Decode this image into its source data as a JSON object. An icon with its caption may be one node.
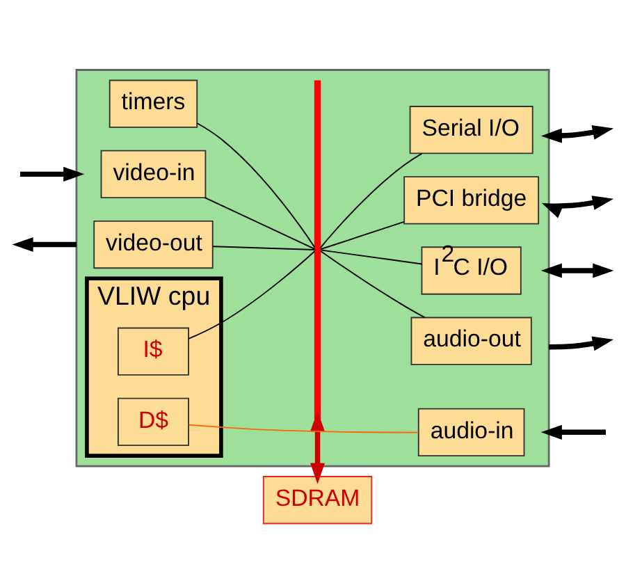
{
  "diagram": {
    "nodes": [
      {
        "text": [
          "SDRAM"
        ]
      },
      {
        "text": [],
        "shape": "box"
      },
      {
        "text": [],
        "shape": "bar",
        "in": 1
      },
      {
        "text": [
          "video-in"
        ],
        "in": 1
      },
      {
        "text": [
          "Serial I/O"
        ],
        "in": 1
      },
      {
        "text": [
          "video-out"
        ],
        "in": 1
      },
      {
        "text": [
          "PCI bridge"
        ],
        "in": 1
      },
      {
        "text": [
          "timers"
        ],
        "in": 1
      },
      {
        "text": [
          "I$^{2}$C I/O"
        ],
        "in": 1
      },
      {
        "text": [
          "VLIW cpu"
        ],
        "in": 1
      },
      {
        "text": [
          "I$"
        ],
        "in": 9
      },
      {
        "text": [
          "D$"
        ],
        "in": 9
      },
      {
        "text": [
          "audio-out"
        ],
        "in": 1
      },
      {
        "text": [
          "audio-in"
        ],
        "in": 1
      }
    ],
    "edges": [
      {
        "from": 0,
        "to": 2,
        "arrow": "both",
        "style": "thick",
        "color": "#cc0000"
      },
      {
        "from": 3,
        "to": 2,
        "arrow": "none"
      },
      {
        "from": 2,
        "to": 4,
        "arrow": "none"
      },
      {
        "from": 5,
        "to": 2,
        "arrow": "none"
      },
      {
        "from": 2,
        "to": 6,
        "arrow": "none"
      },
      {
        "from": 7,
        "to": 2,
        "arrow": "none"
      },
      {
        "from": 2,
        "to": 8,
        "arrow": "none"
      },
      {
        "from": 10,
        "to": 2,
        "arrow": "none"
      },
      {
        "from": 2,
        "to": 12,
        "arrow": "none"
      },
      {
        "from": 11,
        "to": 13,
        "arrow": "none",
        "color": "#ff6600"
      },
      {
        "from": 1,
        "to": null,
        "arrow": "to",
        "style": "thick"
      },
      {
        "from": null,
        "to": 1,
        "arrow": "to",
        "style": "thick"
      },
      {
        "from": 1,
        "to": null,
        "arrow": "both",
        "style": "thick"
      },
      {
        "from": null,
        "to": 1,
        "arrow": "to",
        "style": "thick"
      },
      {
        "from": 1,
        "to": null,
        "arrow": "to",
        "style": "thick"
      },
      {
        "from": 1,
        "to": null,
        "arrow": "both",
        "style": "thick"
      },
      {
        "from": 1,
        "to": null,
        "arrow": "both",
        "style": "thick"
      }
    ]
  }
}
